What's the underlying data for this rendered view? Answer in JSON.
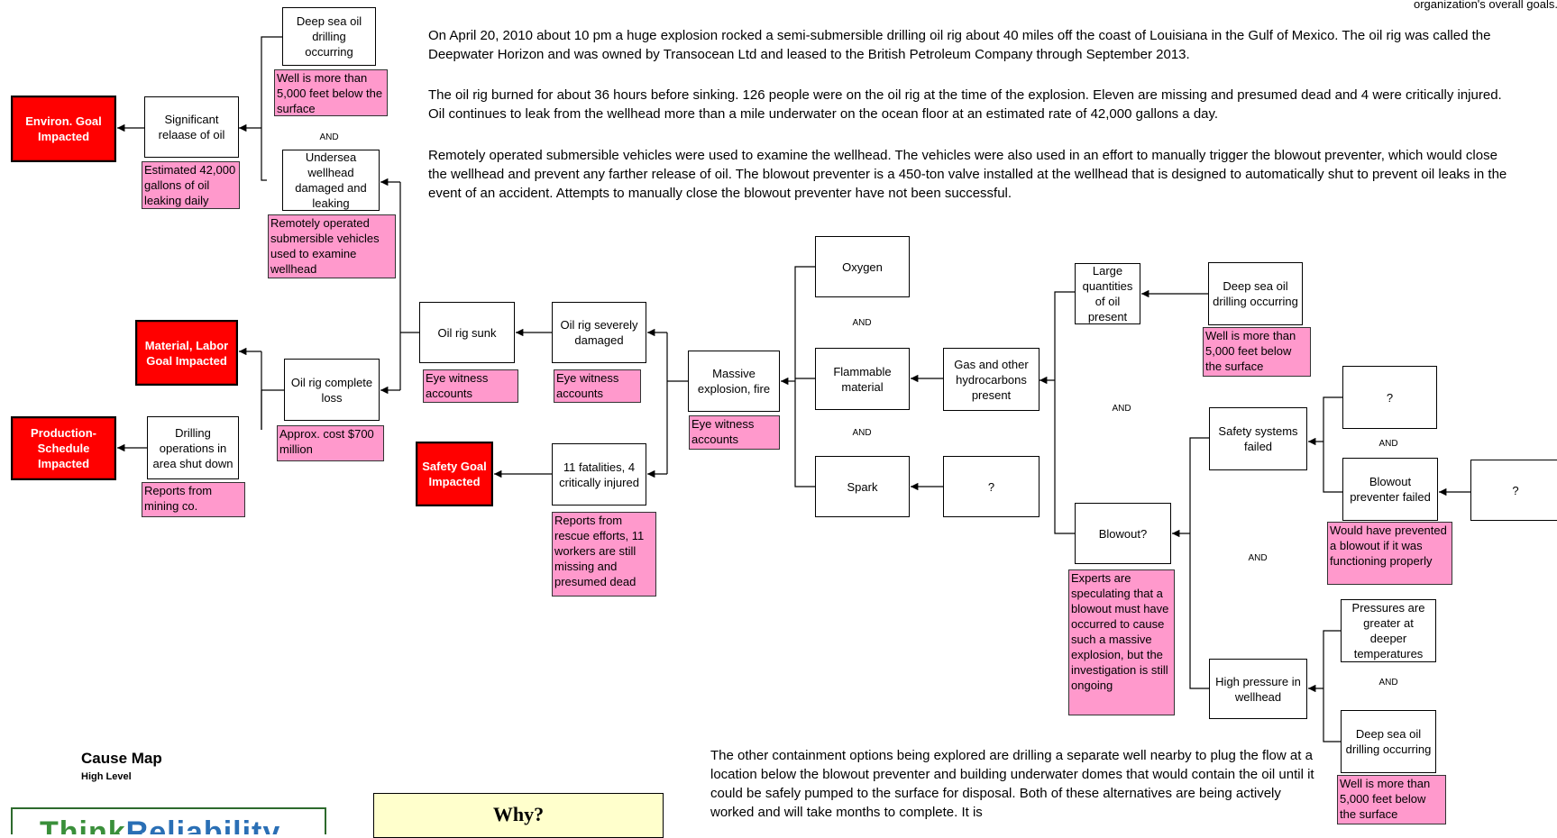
{
  "header_note": "organization's overall goals.",
  "paragraphs": {
    "p1": "On April 20, 2010 about 10 pm a huge explosion rocked a semi-submersible drilling oil rig about 40 miles off the coast of Louisiana in the Gulf of Mexico. The oil rig was called the Deepwater Horizon and was owned by Transocean Ltd and leased to the British Petroleum Company through September 2013.",
    "p2": "The oil rig burned for about 36 hours before sinking.  126 people were on the oil rig at the time of the explosion.  Eleven are missing and presumed dead and 4 were critically injured. Oil continues to leak from the wellhead more than a mile underwater on the ocean floor at an estimated rate of 42,000 gallons a day.",
    "p3": "Remotely operated submersible vehicles were used to examine the wellhead.  The vehicles were also used in an effort to manually trigger the blowout preventer, which would close the wellhead and prevent any farther release of oil.  The blowout preventer is a 450-ton valve installed at the wellhead that is designed to automatically shut to prevent oil leaks in the event of an accident.  Attempts to manually close the blowout preventer have not been successful.",
    "p4": "The other containment options being explored are drilling a separate well nearby to plug the flow at a location below the blowout preventer and building underwater domes that would contain the oil until it could be safely pumped to the surface for disposal.  Both of these alternatives are being actively worked and will take months to complete.  It is"
  },
  "goals": {
    "environ": "Environ. Goal Impacted",
    "material": "Material, Labor Goal Impacted",
    "production": "Production-Schedule Impacted",
    "safety": "Safety Goal Impacted"
  },
  "boxes": {
    "deep_sea_top": "Deep sea oil drilling occurring",
    "significant_release": "Significant relaase of oil",
    "undersea_wellhead": "Undersea wellhead damaged and leaking",
    "oil_rig_loss": "Oil rig complete loss",
    "drilling_shut": "Drilling operations in area shut down",
    "oil_rig_sunk": "Oil rig sunk",
    "oil_rig_damaged": "Oil rig severely damaged",
    "fatalities": "11 fatalities, 4 critically injured",
    "massive_explosion": "Massive explosion, fire",
    "oxygen": "Oxygen",
    "flammable": "Flammable material",
    "spark": "Spark",
    "spark_q": "?",
    "gas_hydro": "Gas and other hydrocarbons present",
    "large_oil": "Large quantities of oil present",
    "deep_sea_mid": "Deep sea oil drilling occurring",
    "blowout": "Blowout?",
    "safety_failed": "Safety systems failed",
    "safety_q": "?",
    "bop_failed": "Blowout preventer failed",
    "bop_q": "?",
    "high_pressure": "High pressure in wellhead",
    "pressures_greater": "Pressures are greater at deeper temperatures",
    "deep_sea_bottom": "Deep sea oil drilling occurring"
  },
  "evidence": {
    "well_top": "Well is more than 5,000 feet below the surface",
    "gallons": "Estimated 42,000 gallons of oil leaking daily",
    "rov": "Remotely operated submersible vehicles used to examine wellhead",
    "eye1": "Eye witness accounts",
    "eye2": "Eye witness accounts",
    "eye3": "Eye witness accounts",
    "cost": "Approx. cost $700 million",
    "mining": "Reports from mining co.",
    "rescue": "Reports from rescue efforts, 11 workers are still missing and presumed dead",
    "well_mid": "Well is more than 5,000 feet below the surface",
    "experts": "Experts are speculating that a blowout must have occurred to cause such a massive explosion, but the investigation is still ongoing",
    "would_have": "Would have prevented a blowout if it was functioning properly",
    "well_bottom": "Well is more than 5,000 feet below the surface"
  },
  "and_label": "AND",
  "footer": {
    "title": "Cause Map",
    "subtitle": "High Level",
    "why": "Why?",
    "logo_a": "Think",
    "logo_b": "Reliability"
  },
  "colors": {
    "goal": "#ff0000",
    "evidence": "#ff99cc",
    "why_box": "#ffffcc"
  }
}
